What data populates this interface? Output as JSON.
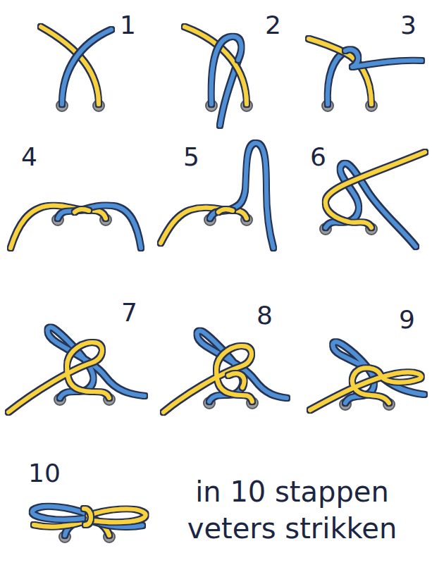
{
  "diagram": {
    "caption": "in 10 stappen veters strikken",
    "labels": [
      "1",
      "2",
      "3",
      "4",
      "5",
      "6",
      "7",
      "8",
      "9",
      "10"
    ]
  }
}
